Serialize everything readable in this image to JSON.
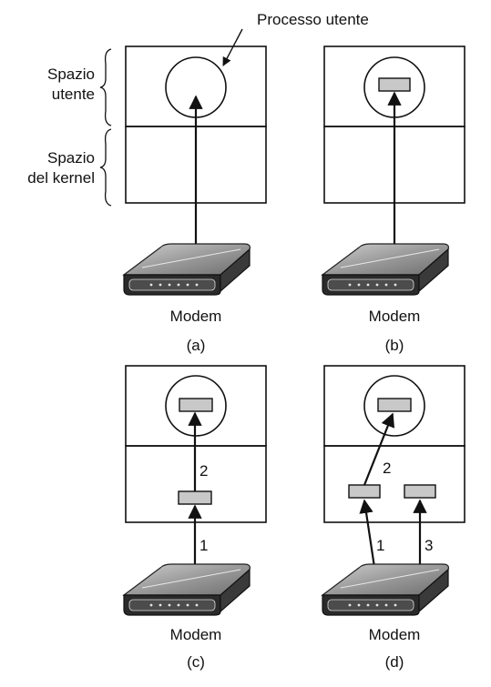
{
  "annotations": {
    "process_label": "Processo utente",
    "user_space_line1": "Spazio",
    "user_space_line2": "utente",
    "kernel_space_line1": "Spazio",
    "kernel_space_line2": "del kernel"
  },
  "panels": {
    "a": {
      "device_label": "Modem",
      "caption": "(a)"
    },
    "b": {
      "device_label": "Modem",
      "caption": "(b)"
    },
    "c": {
      "device_label": "Modem",
      "caption": "(c)",
      "step_1": "1",
      "step_2": "2"
    },
    "d": {
      "device_label": "Modem",
      "caption": "(d)",
      "step_1": "1",
      "step_2": "2",
      "step_3": "3"
    }
  }
}
